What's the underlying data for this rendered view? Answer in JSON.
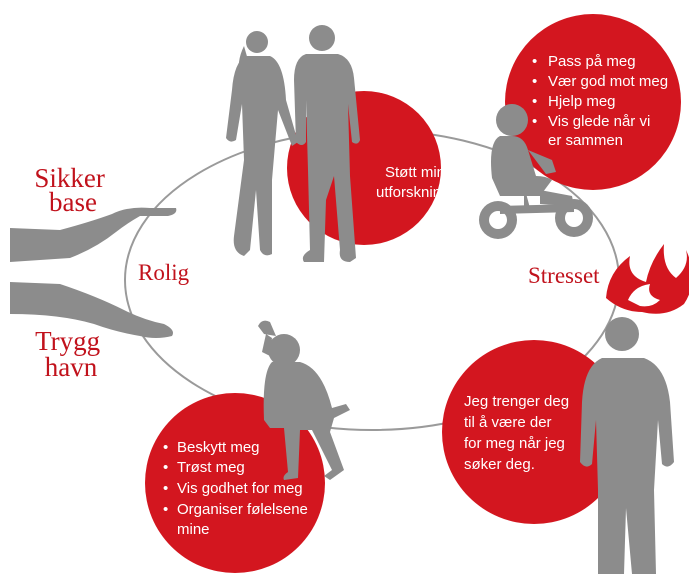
{
  "colors": {
    "circle_red": "#d3161f",
    "label_red": "#c1121c",
    "silhouette_gray": "#8c8c8c",
    "loop_gray": "#9a9a9a",
    "text_white": "#ffffff"
  },
  "labels": {
    "secure_base": [
      "Sikker",
      "base"
    ],
    "safe_haven": [
      "Trygg",
      "havn"
    ],
    "calm": "Rolig",
    "stressed": "Stresset"
  },
  "circles": {
    "explore": {
      "lines": [
        "Støtt min",
        "utforskning"
      ]
    },
    "needs_top": {
      "items": [
        [
          "Pass på meg"
        ],
        [
          "Vær god mot meg"
        ],
        [
          "Hjelp meg"
        ],
        [
          "Vis glede når vi",
          "er sammen"
        ]
      ]
    },
    "parent_need": {
      "lines": [
        "Jeg trenger deg",
        "til å være der",
        "for meg når jeg",
        "søker deg."
      ]
    },
    "needs_bottom": {
      "items": [
        [
          "Beskytt meg"
        ],
        [
          "Trøst meg"
        ],
        [
          "Vis godhet for meg"
        ],
        [
          "Organiser følelsene",
          "mine"
        ]
      ]
    }
  },
  "icons": [
    "couple-silhouette-icon",
    "child-on-tricycle-icon",
    "flame-icon",
    "man-silhouette-icon",
    "toddler-reaching-icon",
    "upper-hand-icon",
    "lower-hand-icon"
  ]
}
